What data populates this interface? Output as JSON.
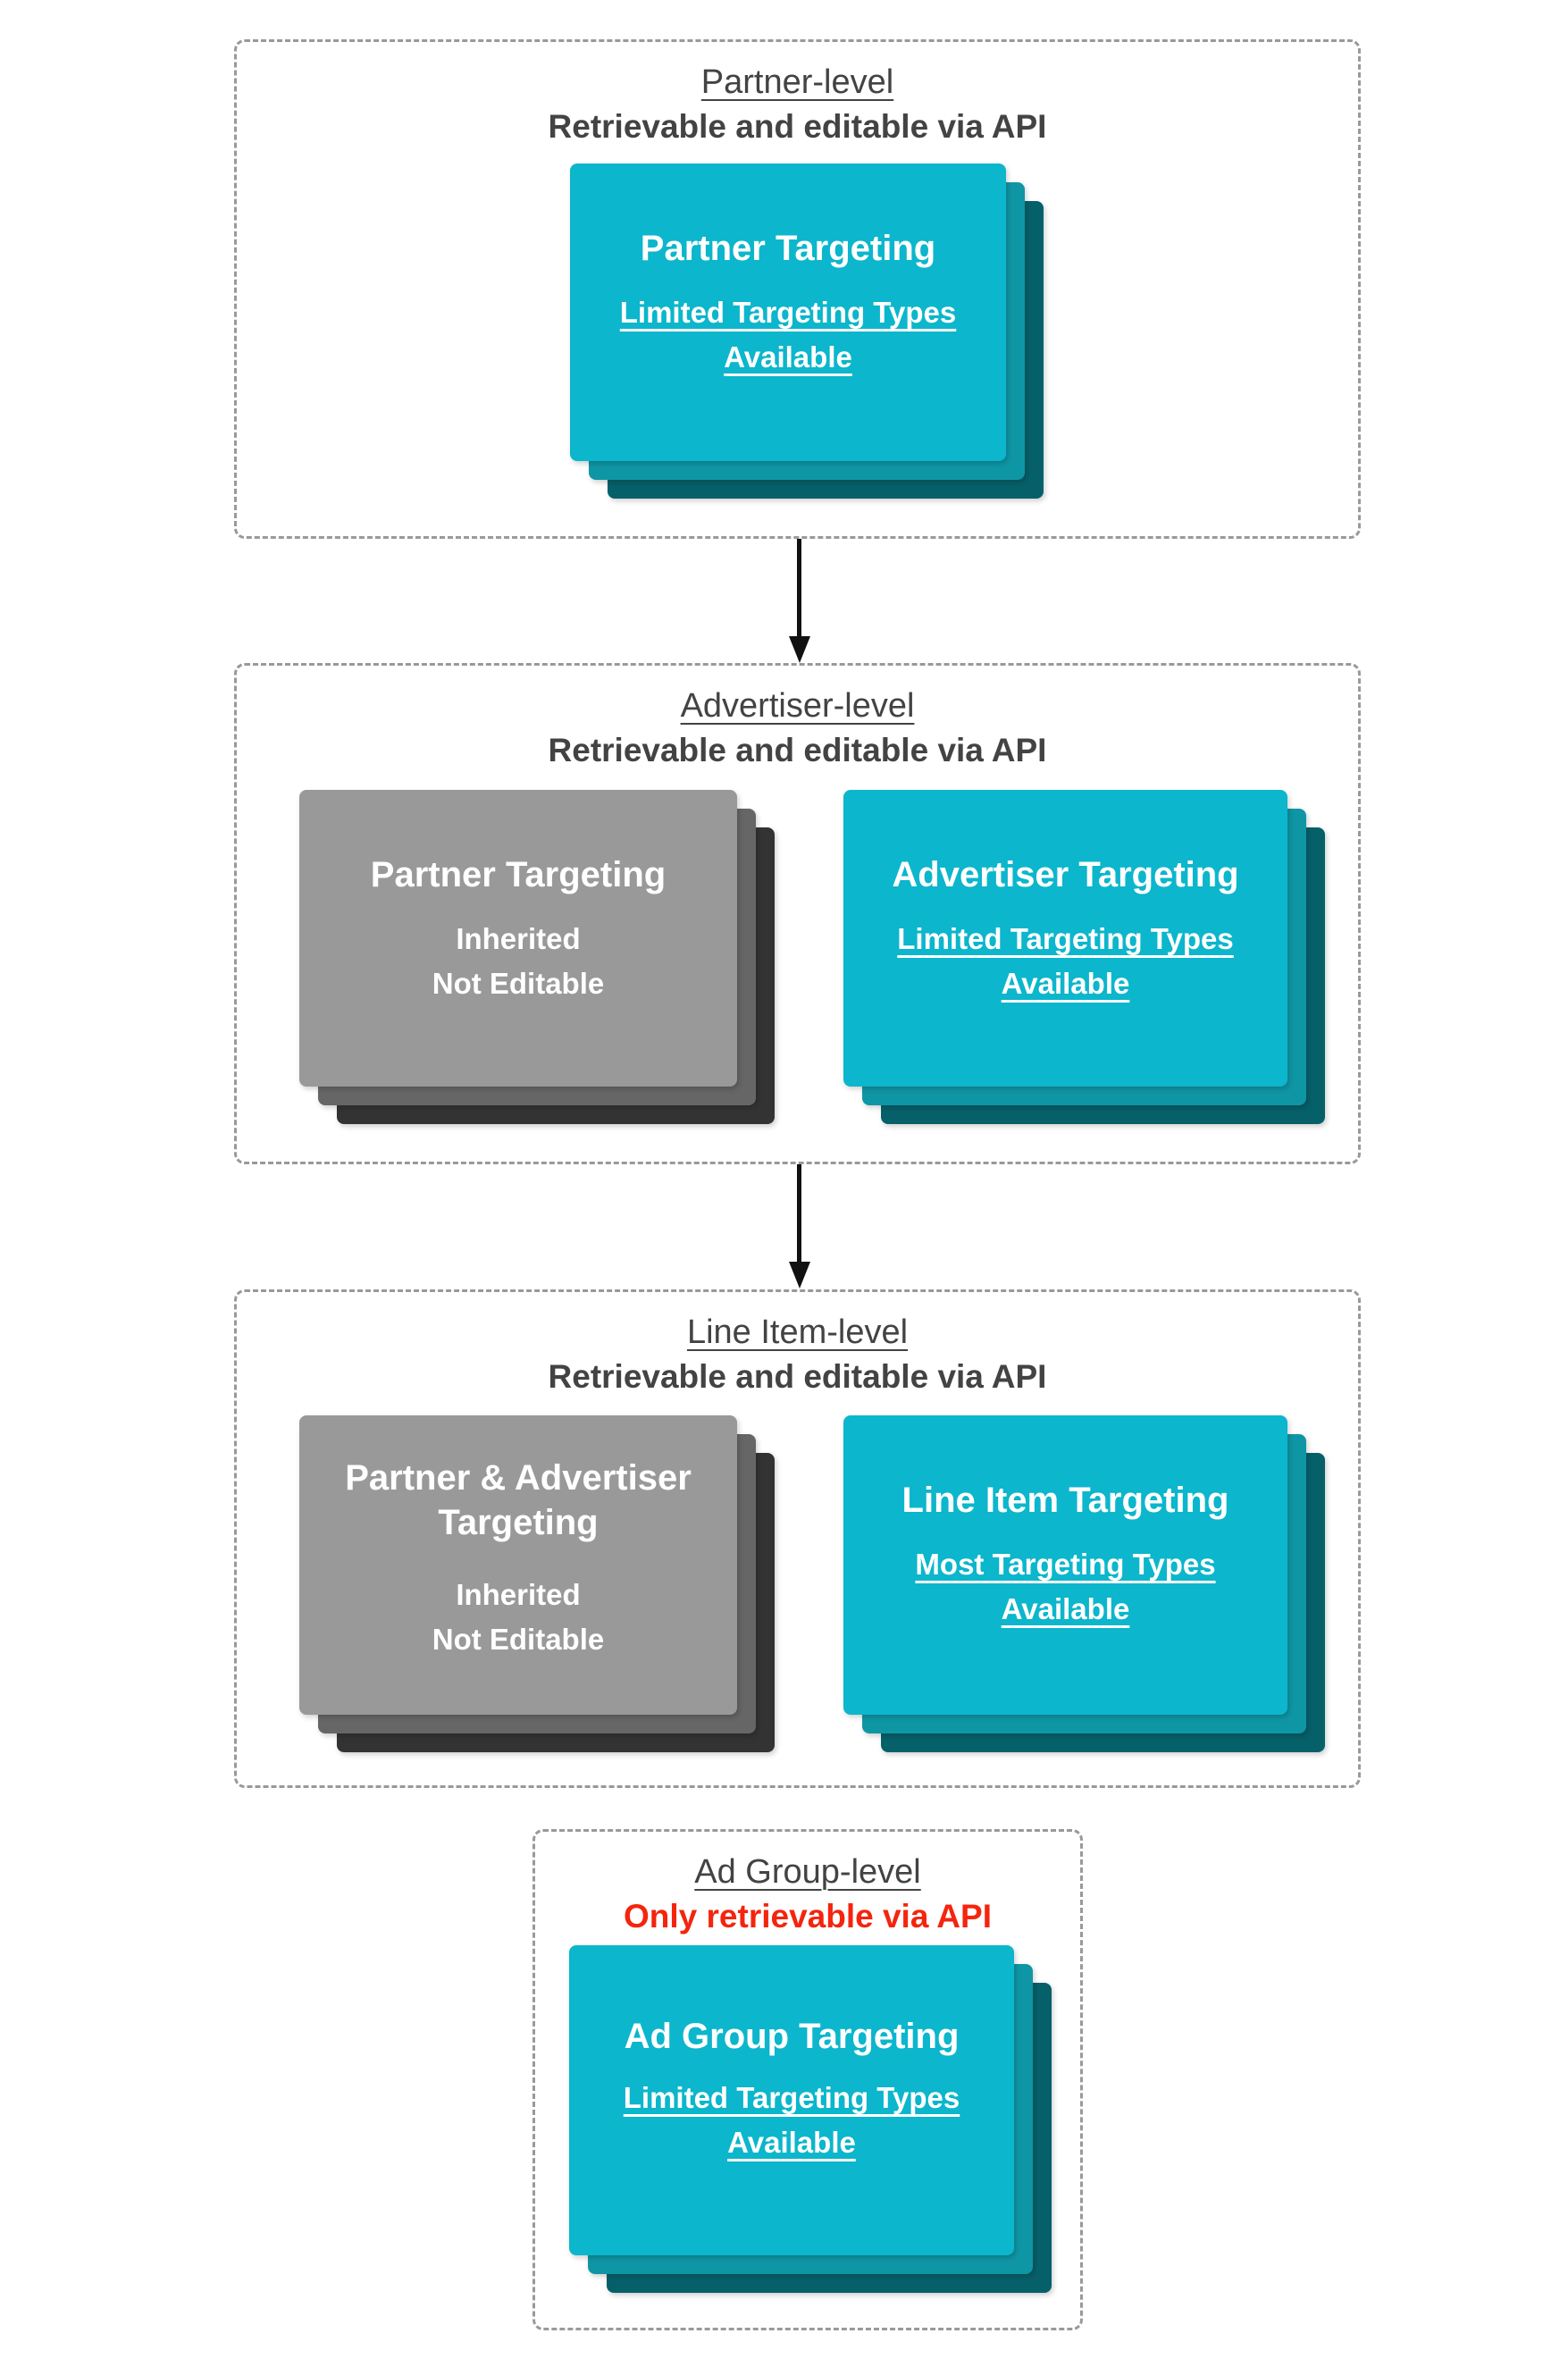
{
  "diagram": {
    "colors": {
      "card_teal": "#0cb6cc",
      "card_teal_shadow_mid": "#0f96a5",
      "card_teal_shadow_dark": "#06606a",
      "card_gray": "#999999",
      "card_gray_shadow_mid": "#666666",
      "card_gray_shadow_dark": "#333333",
      "header_text": "#434343",
      "alert_red": "#f4250e",
      "arrow_black": "#111111",
      "dashed_border_gray": "#999999"
    },
    "sections": [
      {
        "title": "Partner-level",
        "subtitle": "Retrievable and editable via API",
        "cards": [
          {
            "title_line1": "Partner Targeting",
            "body_line1": "Limited Targeting Types",
            "body_line2": "Available"
          }
        ]
      },
      {
        "title": "Advertiser-level",
        "subtitle": "Retrievable and editable via API",
        "cards": [
          {
            "title_line1": "Partner Targeting",
            "body_line1": "Inherited",
            "body_line2": "Not Editable"
          },
          {
            "title_line1": "Advertiser Targeting",
            "body_line1": "Limited Targeting Types",
            "body_line2": "Available"
          }
        ]
      },
      {
        "title": "Line Item-level",
        "subtitle": "Retrievable and editable via API",
        "cards": [
          {
            "title_line1": "Partner & Advertiser",
            "title_line2": "Targeting",
            "body_line1": "Inherited",
            "body_line2": "Not Editable"
          },
          {
            "title_line1": "Line Item Targeting",
            "body_line1": "Most Targeting Types",
            "body_line2": "Available"
          }
        ]
      },
      {
        "title": "Ad Group-level",
        "subtitle": "Only retrievable via API",
        "cards": [
          {
            "title_line1": "Ad Group Targeting",
            "body_line1": "Limited Targeting Types",
            "body_line2": "Available"
          }
        ]
      }
    ]
  }
}
